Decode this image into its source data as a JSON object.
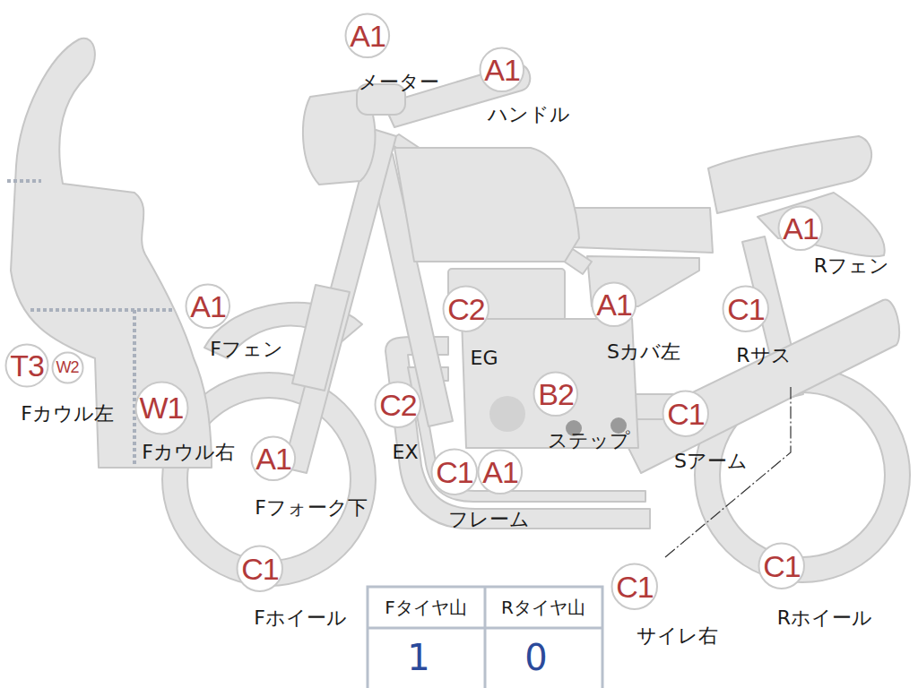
{
  "diagram": {
    "nodes": [
      {
        "text": [
          "A1"
        ]
      },
      {
        "text": [
          "A1"
        ]
      },
      {
        "text": [
          "A1"
        ]
      },
      {
        "text": [
          "A1"
        ]
      },
      {
        "text": [
          "C2"
        ]
      },
      {
        "text": [
          "A1"
        ]
      },
      {
        "text": [
          "C1"
        ]
      },
      {
        "text": [
          "T3"
        ]
      },
      {
        "text": [
          "W2"
        ]
      },
      {
        "text": [
          "W1"
        ]
      },
      {
        "text": [
          "C2"
        ]
      },
      {
        "text": [
          "B2"
        ]
      },
      {
        "text": [
          "C1"
        ]
      },
      {
        "text": [
          "A1"
        ]
      },
      {
        "text": [
          "C1"
        ]
      },
      {
        "text": [
          "A1"
        ]
      },
      {
        "text": [
          "C1"
        ]
      },
      {
        "text": [
          "C1"
        ]
      },
      {
        "text": [
          "C1"
        ]
      }
    ],
    "labels": [
      "メーター",
      "ハンドル",
      "Rフェン",
      "Fフェン",
      "EG",
      "Sカバ左",
      "Rサス",
      "Fカウル左",
      "Fカウル右",
      "EX",
      "ステップ",
      "Sアーム",
      "Fフォーク下",
      "フレーム",
      "Fホイール",
      "Rホイール",
      "サイレ右",
      "Fタイヤ山",
      "Rタイヤ山",
      "1",
      "0"
    ]
  }
}
